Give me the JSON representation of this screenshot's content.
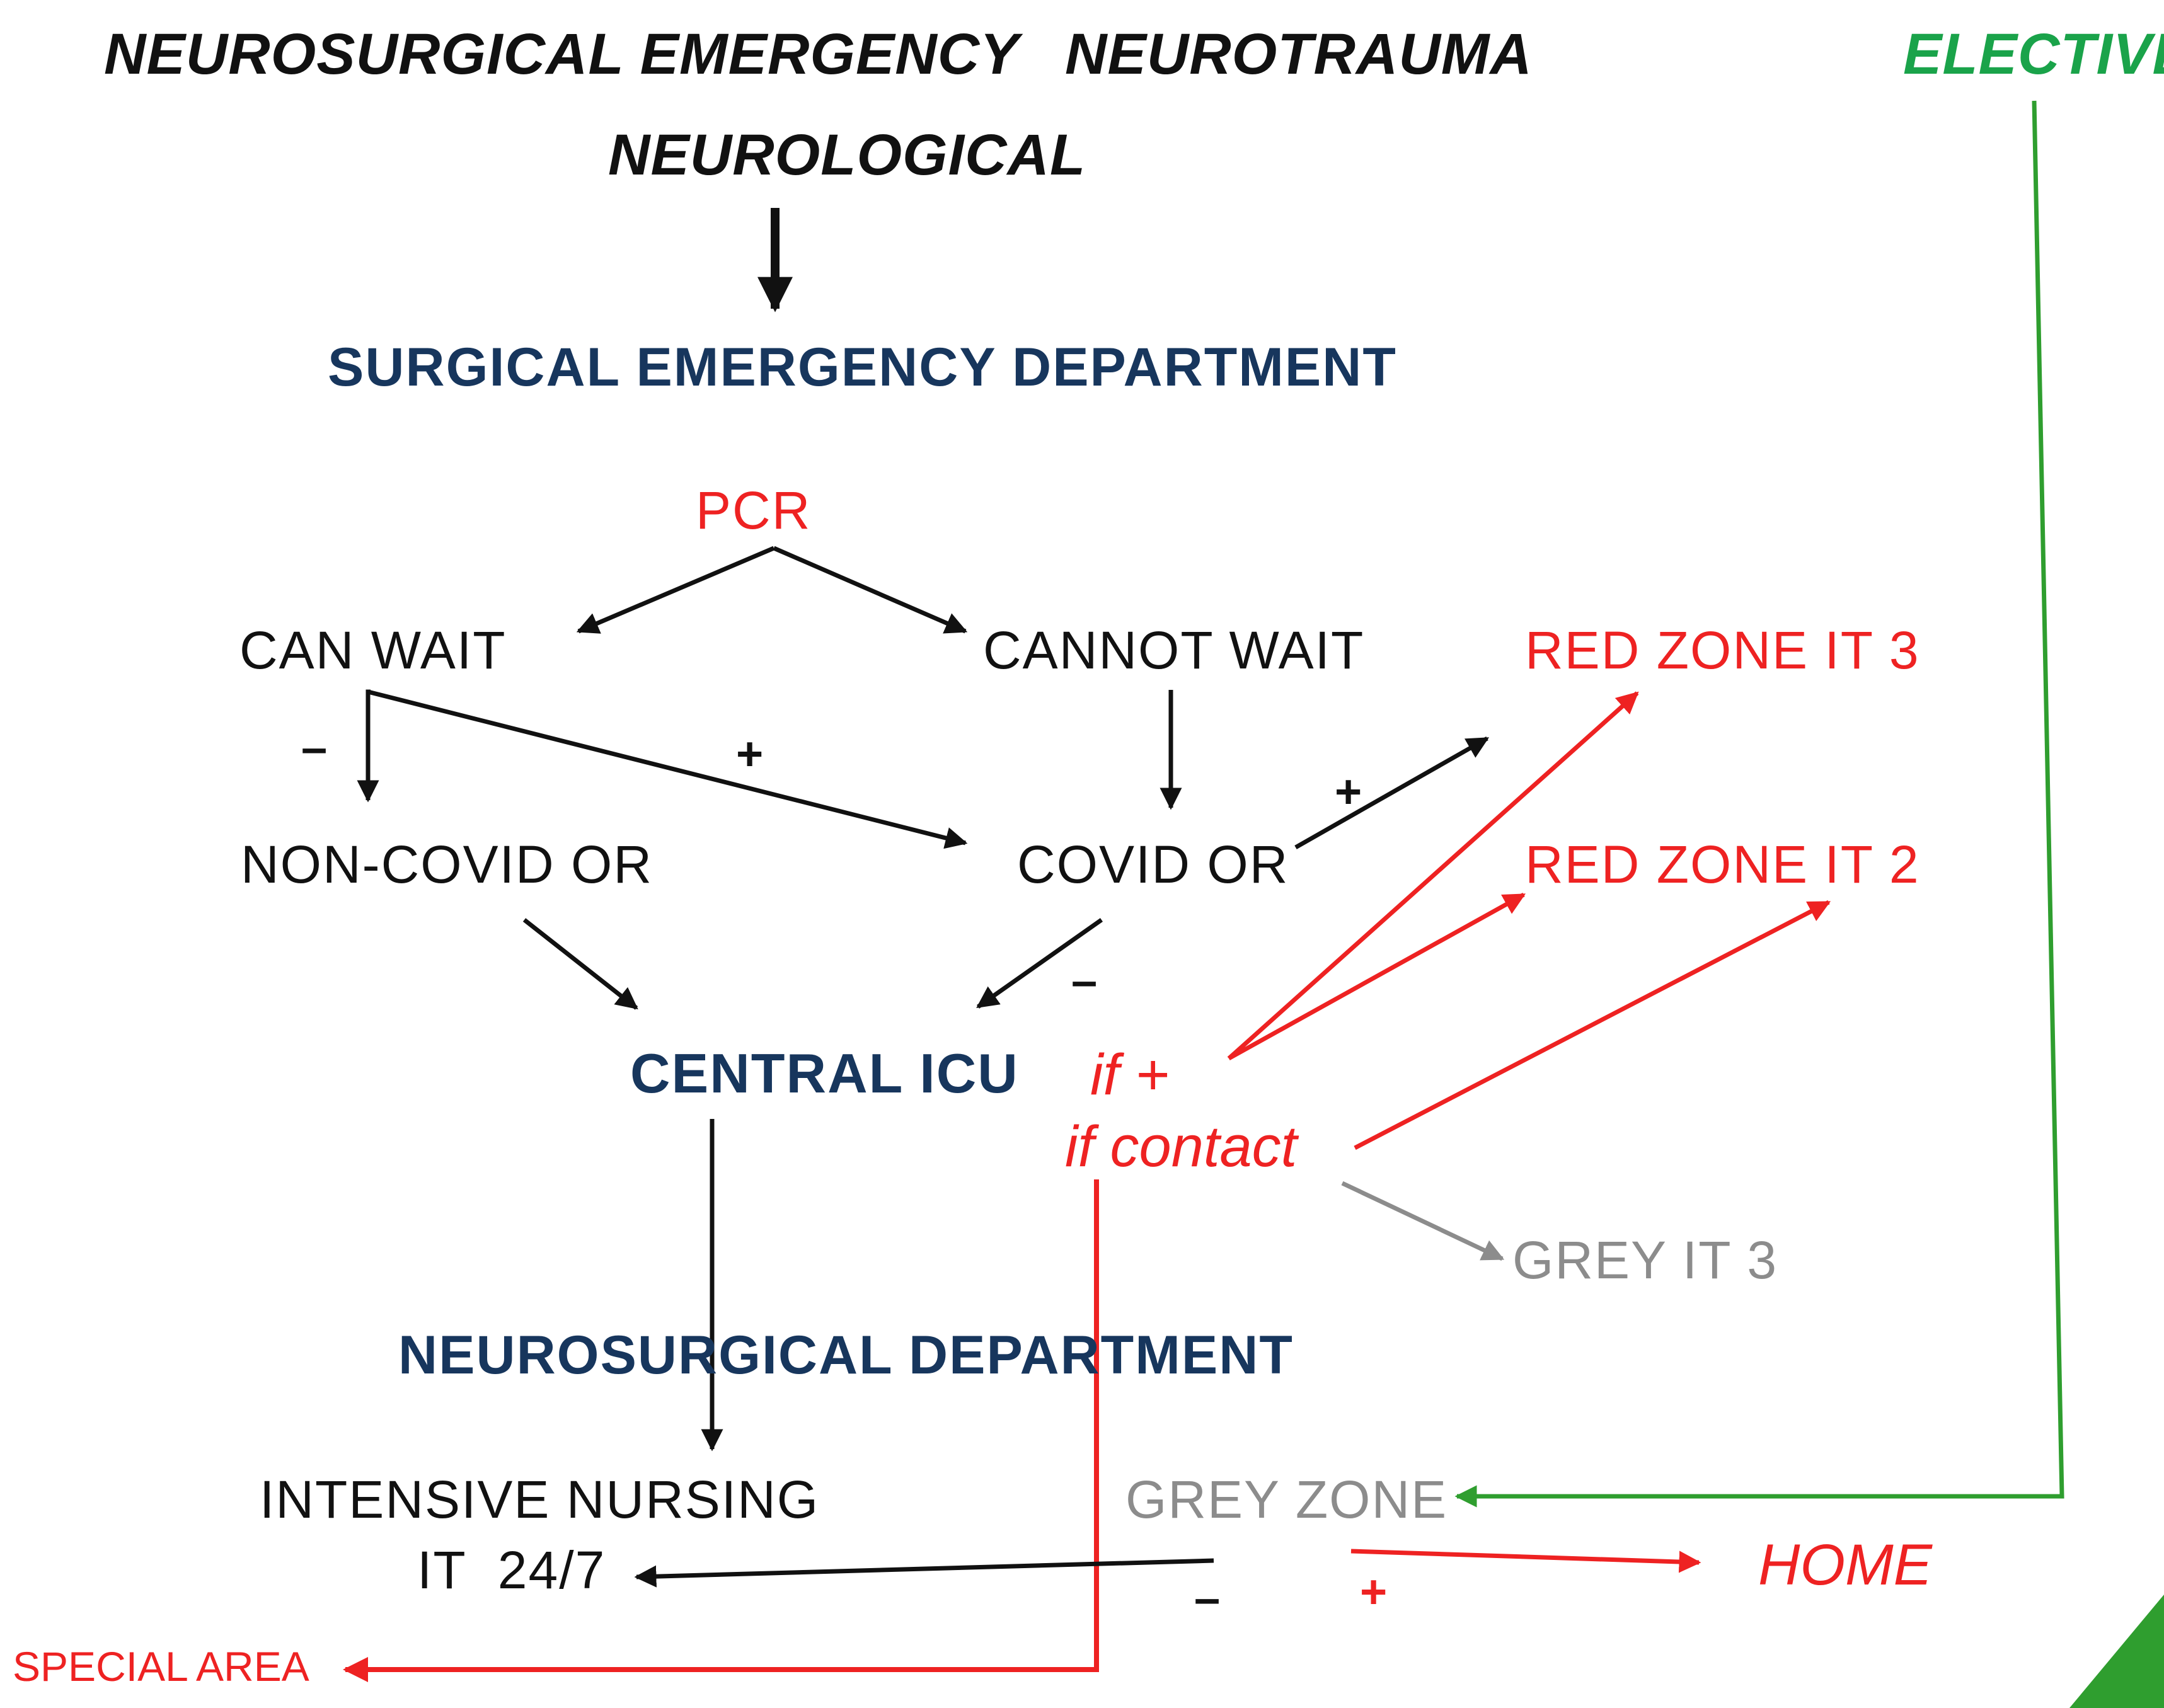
{
  "colors": {
    "black": "#111111",
    "navy": "#17365d",
    "red": "#ee2222",
    "green": "#1aa34a",
    "grey": "#8c8c8c",
    "accent_green": "#2f9e2f"
  },
  "headers": {
    "neurosurgical_emergency": "NEUROSURGICAL EMERGENCY",
    "neurotrauma": "NEUROTRAUMA",
    "elective": "ELECTIVE",
    "neurological": "NEUROLOGICAL"
  },
  "departments": {
    "surgical_emergency": "SURGICAL EMERGENCY DEPARTMENT",
    "central_icu": "CENTRAL ICU",
    "neurosurgical": "NEUROSURGICAL DEPARTMENT"
  },
  "nodes": {
    "pcr": "PCR",
    "can_wait": "CAN WAIT",
    "cannot_wait": "CANNOT WAIT",
    "non_covid_or": "NON-COVID OR",
    "covid_or": "COVID OR",
    "red_zone_it3": "RED ZONE IT 3",
    "red_zone_it2": "RED ZONE IT 2",
    "if_plus": "if +",
    "if_contact": "if contact",
    "grey_it3": "GREY IT 3",
    "intensive_nursing_line1": "INTENSIVE NURSING",
    "intensive_nursing_line2": "IT  24/7",
    "grey_zone": "GREY ZONE",
    "home": "HOME",
    "special_area": "SPECIAL AREA"
  },
  "signs": {
    "can_wait_minus": "–",
    "can_wait_plus": "+",
    "covid_plus": "+",
    "covid_minus": "–",
    "grey_minus": "–",
    "grey_plus": "+"
  }
}
